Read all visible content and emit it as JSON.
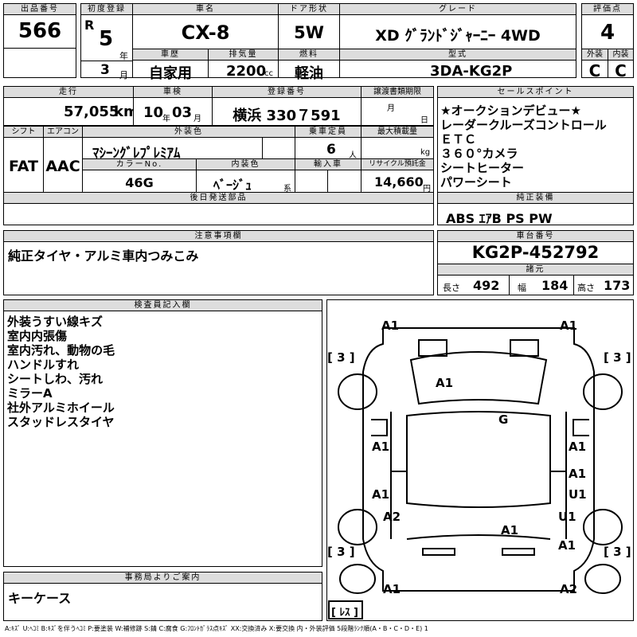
{
  "lot": {
    "label": "出品番号",
    "value": "566"
  },
  "first_reg": {
    "label": "初度登録",
    "era": "R",
    "year": "5",
    "year_unit": "年",
    "month": "3",
    "month_unit": "月"
  },
  "car_name": {
    "label": "車名",
    "value": "CX-8"
  },
  "door": {
    "label": "ドア形状",
    "value": "5W"
  },
  "grade": {
    "label": "グレード",
    "value": "XD ｸﾞﾗﾝﾄﾞｼﾞｬｰﾆｰ 4WD"
  },
  "score": {
    "label": "評価点",
    "value": "4"
  },
  "history": {
    "label": "車歴",
    "value": "自家用"
  },
  "displacement": {
    "label": "排気量",
    "value": "2200",
    "unit": "cc"
  },
  "fuel": {
    "label": "燃料",
    "value": "軽油"
  },
  "model": {
    "label": "型式",
    "value": "3DA-KG2P"
  },
  "exterior": {
    "label": "外装",
    "value": "C"
  },
  "interior": {
    "label": "内装",
    "value": "C"
  },
  "mileage": {
    "label": "走行",
    "value": "57,055",
    "unit": "km"
  },
  "inspection": {
    "label": "車検",
    "year": "10",
    "year_unit": "年",
    "month": "03",
    "month_unit": "月"
  },
  "registration": {
    "label": "登録番号",
    "value": "横浜 330７591"
  },
  "transfer": {
    "label": "譲渡書類期限",
    "month_unit": "月",
    "day_unit": "日"
  },
  "shift": {
    "label": "シフト",
    "value": "FAT"
  },
  "aircon": {
    "label": "エアコン",
    "value": "AAC"
  },
  "color": {
    "label": "外装色",
    "value": "ﾏｼｰﾝｸﾞﾚﾌﾟﾚﾐｱﾑ"
  },
  "capacity": {
    "label": "乗車定員",
    "value": "6",
    "unit": "人"
  },
  "load": {
    "label": "最大積載量",
    "unit": "kg"
  },
  "color_no": {
    "label": "カラーNo.",
    "value": "46G"
  },
  "int_color": {
    "label": "内装色",
    "value": "ﾍﾞｰｼﾞｭ",
    "unit": "系"
  },
  "import": {
    "label": "輸入車"
  },
  "recycle": {
    "label": "リサイクル預託金",
    "value": "14,660",
    "unit": "円"
  },
  "later_parts": {
    "label": "後日発送部品"
  },
  "sales_points": {
    "label": "セールスポイント",
    "items": [
      "★オークションデビュー★",
      "レーダークルーズコントロール",
      "ＥＴＣ",
      "３６０°カメラ",
      "シートヒーター",
      "パワーシート"
    ]
  },
  "equipment": {
    "label": "純正装備",
    "value": "ABS ｴｱB PS PW"
  },
  "notes": {
    "label": "注意事項欄",
    "value": "純正タイヤ・アルミ車内つみこみ"
  },
  "chassis": {
    "label": "車台番号",
    "value": "KG2P-452792"
  },
  "specs": {
    "label": "諸元",
    "length_label": "長さ",
    "length": "492",
    "width_label": "幅",
    "width": "184",
    "height_label": "高さ",
    "height": "173"
  },
  "inspector": {
    "label": "検査員記入欄",
    "items": [
      "外装うすい線キズ",
      "室内内張傷",
      "室内汚れ、動物の毛",
      "ハンドルすれ",
      "シートしわ、汚れ",
      "ミラーA",
      "社外アルミホイール",
      "スタッドレスタイヤ"
    ]
  },
  "diagram_marks": {
    "top_left": "A1",
    "top_right": "A1",
    "tire_fl": "3",
    "tire_fr": "3",
    "tire_rl": "3",
    "tire_rr": "3",
    "hood": "A1",
    "windshield": "G",
    "left_1": "A1",
    "left_2": "A1",
    "left_3": "A2",
    "right_1": "A1",
    "right_2": "A1",
    "right_3": "U1",
    "right_4": "U1",
    "roof_rear": "A1",
    "right_rear": "A1",
    "bottom_left": "A1",
    "bottom_right": "A2",
    "spare": "ﾚｽ"
  },
  "office": {
    "label": "事務局よりご案内",
    "value": "キーケース"
  },
  "legend": "A:ｷｽﾞ U:ﾍｺﾐ B:ｷｽﾞを伴うﾍｺﾐ P:要塗装 W:補修跡 S:錆 C:腐食 G:ﾌﾛﾝﾄｶﾞﾗｽ点ｷｽﾞ XX:交換済み X:要交換  内・外装評価 5段階ﾗﾝｸ順(A・B・C・D・E) 1"
}
